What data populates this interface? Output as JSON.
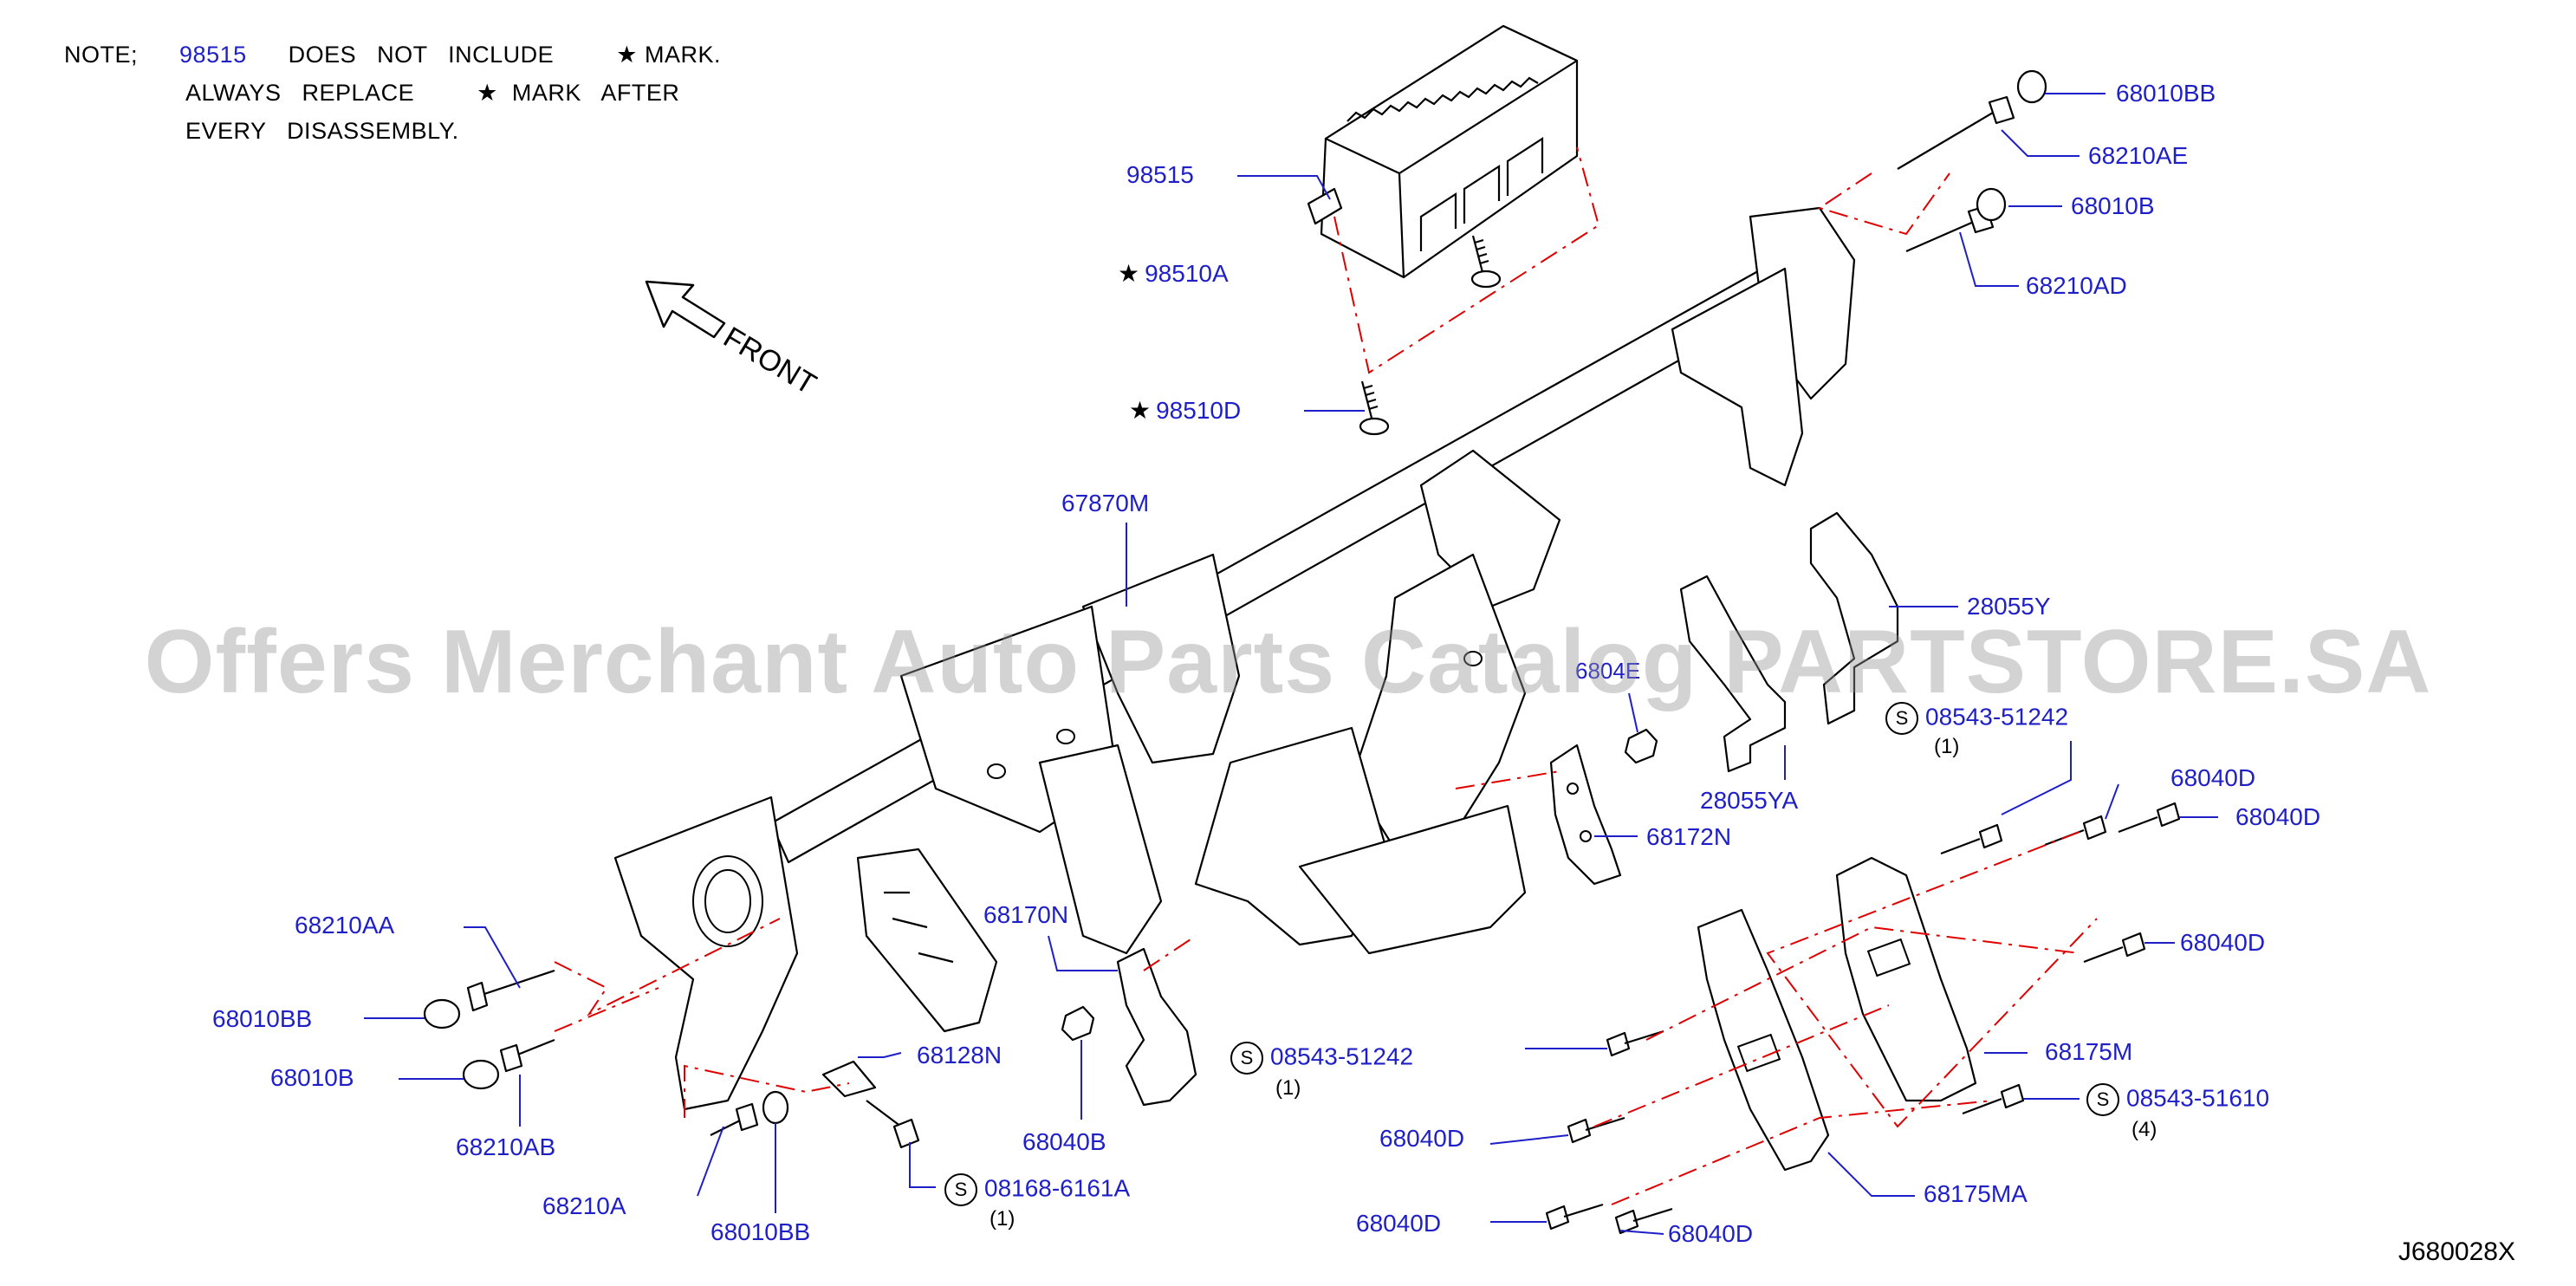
{
  "note": {
    "prefix": "NOTE;",
    "part_ref": "98515",
    "line1_rest": "DOES   NOT   INCLUDE",
    "line1_mark": "MARK.",
    "line2": "ALWAYS   REPLACE",
    "line2_mark": "MARK   AFTER",
    "line3": "EVERY   DISASSEMBLY.",
    "star_symbol": "★"
  },
  "front_label": "FRONT",
  "diagram_code": "J680028X",
  "watermark": "Offers Merchant Auto Parts Catalog PARTSTORE.SA",
  "colors": {
    "callout": "#1f1fc8",
    "phantom_line": "#e00000",
    "watermark": "#969696"
  },
  "callouts": {
    "c98515": "98515",
    "c98510A": "98510A",
    "c98510D": "98510D",
    "c67870M": "67870M",
    "c68010BB_top": "68010BB",
    "c68210AE": "68210AE",
    "c68010B_top": "68010B",
    "c68210AD": "68210AD",
    "c28055Y": "28055Y",
    "c28055YA": "28055YA",
    "c68040E": "6804E",
    "c08543_51242_a": "08543-51242",
    "c08543_51242_a_qty": "(1)",
    "c68040D_1": "68040D",
    "c68040D_2": "68040D",
    "c68040D_3": "68040D",
    "c68172N": "68172N",
    "c68175M": "68175M",
    "c08543_51610": "08543-51610",
    "c08543_51610_qty": "(4)",
    "c68040D_4": "68040D",
    "c68040D_5": "68040D",
    "c68040D_6": "68040D",
    "c68175MA": "68175MA",
    "c68210AA": "68210AA",
    "c68010BB_left": "68010BB",
    "c68010B_left": "68010B",
    "c68210AB": "68210AB",
    "c68210A": "68210A",
    "c68010BB_bottom": "68010BB",
    "c68128N": "68128N",
    "c08168_6161A": "08168-6161A",
    "c08168_6161A_qty": "(1)",
    "c68170N": "68170N",
    "c68040B": "68040B",
    "c08543_51242_b": "08543-51242",
    "c08543_51242_b_qty": "(1)",
    "s_symbol": "S"
  }
}
